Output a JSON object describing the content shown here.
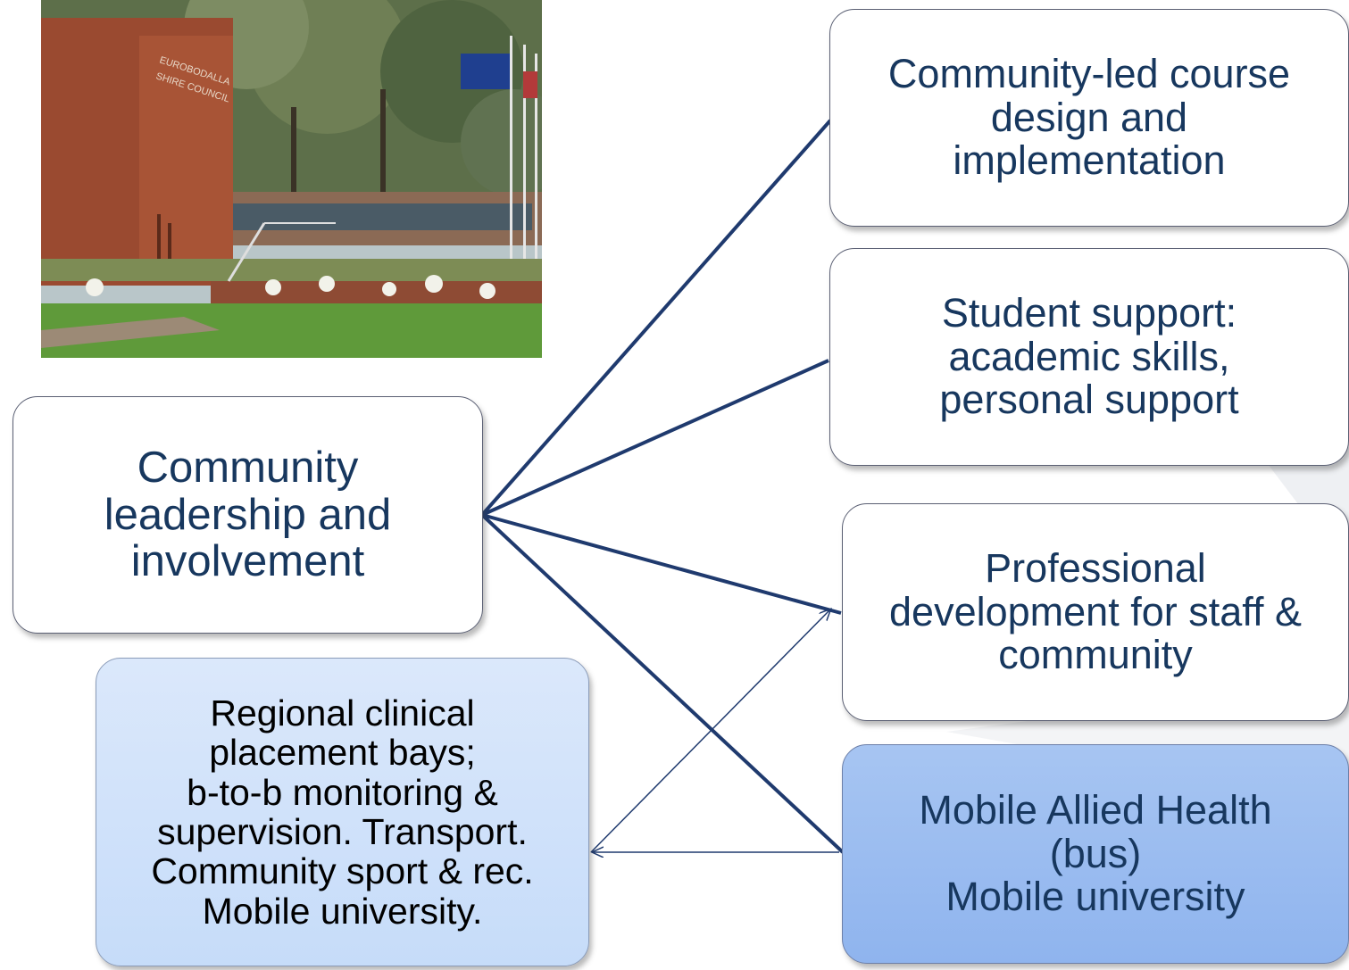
{
  "photo": {
    "sign_text": "EUROBODALLA\nSHIRE COUNCIL",
    "description_icon": "council-building-photo"
  },
  "center_box": {
    "label": "Community\nleadership and\ninvolvement"
  },
  "left_bottom_box": {
    "label": "Regional clinical\nplacement bays;\nb-to-b monitoring &\nsupervision. Transport.\nCommunity sport & rec.\nMobile university."
  },
  "right_boxes": [
    {
      "label": "Community-led course\ndesign and\nimplementation"
    },
    {
      "label": "Student support:\nacademic skills,\npersonal support"
    },
    {
      "label": "Professional\ndevelopment for staff &\ncommunity"
    },
    {
      "label": "Mobile Allied Health\n(bus)\nMobile university"
    }
  ],
  "colors": {
    "connector": "#1f3a6e",
    "text_blue": "#17375e",
    "highlight_box": "#8fb4ee",
    "light_box": "#c6dcf9"
  }
}
